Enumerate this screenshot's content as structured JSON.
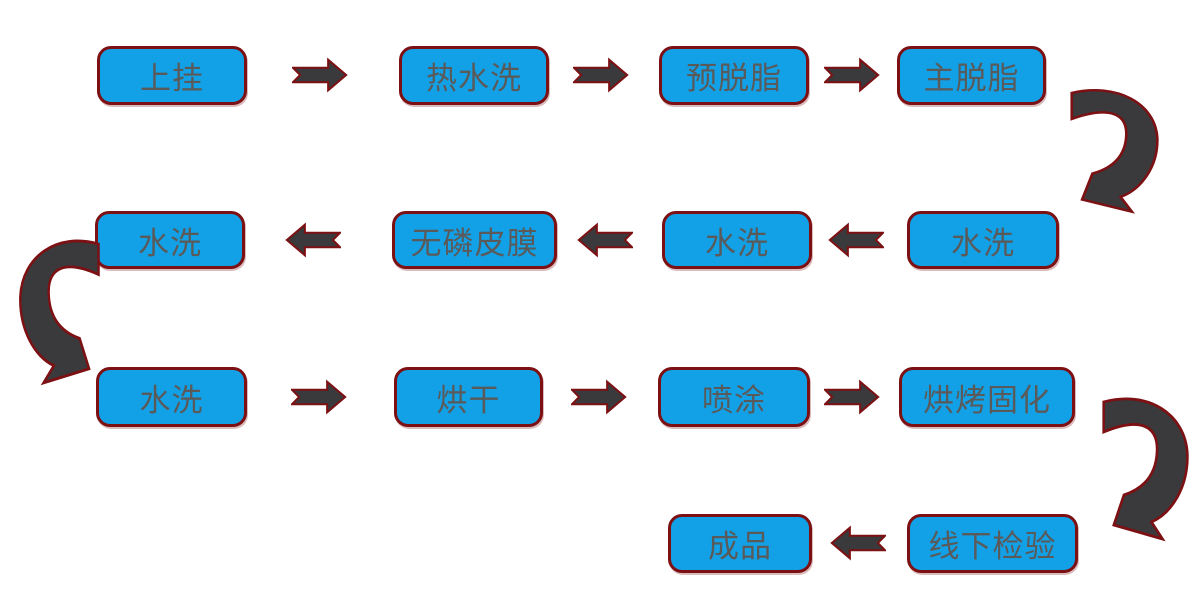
{
  "diagram": {
    "type": "flowchart",
    "description": "Coating production line process flow diagram",
    "colors": {
      "background": "#FFFFFF",
      "box_fill": "#12A1E6",
      "box_border": "#7C1013",
      "arrow_fill": "#3A3A3C",
      "arrow_outline": "#7C1013",
      "label_text": "#5A5A5A"
    },
    "nodes": [
      {
        "id": 1,
        "label": "上挂"
      },
      {
        "id": 2,
        "label": "热水洗"
      },
      {
        "id": 3,
        "label": "预脱脂"
      },
      {
        "id": 4,
        "label": "主脱脂"
      },
      {
        "id": 5,
        "label": "水洗"
      },
      {
        "id": 6,
        "label": "水洗"
      },
      {
        "id": 7,
        "label": "无磷皮膜"
      },
      {
        "id": 8,
        "label": "水洗"
      },
      {
        "id": 9,
        "label": "水洗"
      },
      {
        "id": 10,
        "label": "烘干"
      },
      {
        "id": 11,
        "label": "喷涂"
      },
      {
        "id": 12,
        "label": "烘烤固化"
      },
      {
        "id": 13,
        "label": "线下检验"
      },
      {
        "id": 14,
        "label": "成品"
      }
    ],
    "connections": [
      {
        "from": 1,
        "to": 2,
        "arrow": "right"
      },
      {
        "from": 2,
        "to": 3,
        "arrow": "right"
      },
      {
        "from": 3,
        "to": 4,
        "arrow": "right"
      },
      {
        "from": 4,
        "to": 5,
        "arrow": "curve-down-right"
      },
      {
        "from": 5,
        "to": 6,
        "arrow": "left"
      },
      {
        "from": 6,
        "to": 7,
        "arrow": "left"
      },
      {
        "from": 7,
        "to": 8,
        "arrow": "left"
      },
      {
        "from": 8,
        "to": 9,
        "arrow": "curve-down-left"
      },
      {
        "from": 9,
        "to": 10,
        "arrow": "right"
      },
      {
        "from": 10,
        "to": 11,
        "arrow": "right"
      },
      {
        "from": 11,
        "to": 12,
        "arrow": "right"
      },
      {
        "from": 12,
        "to": 13,
        "arrow": "curve-down-right"
      },
      {
        "from": 13,
        "to": 14,
        "arrow": "left"
      }
    ]
  }
}
